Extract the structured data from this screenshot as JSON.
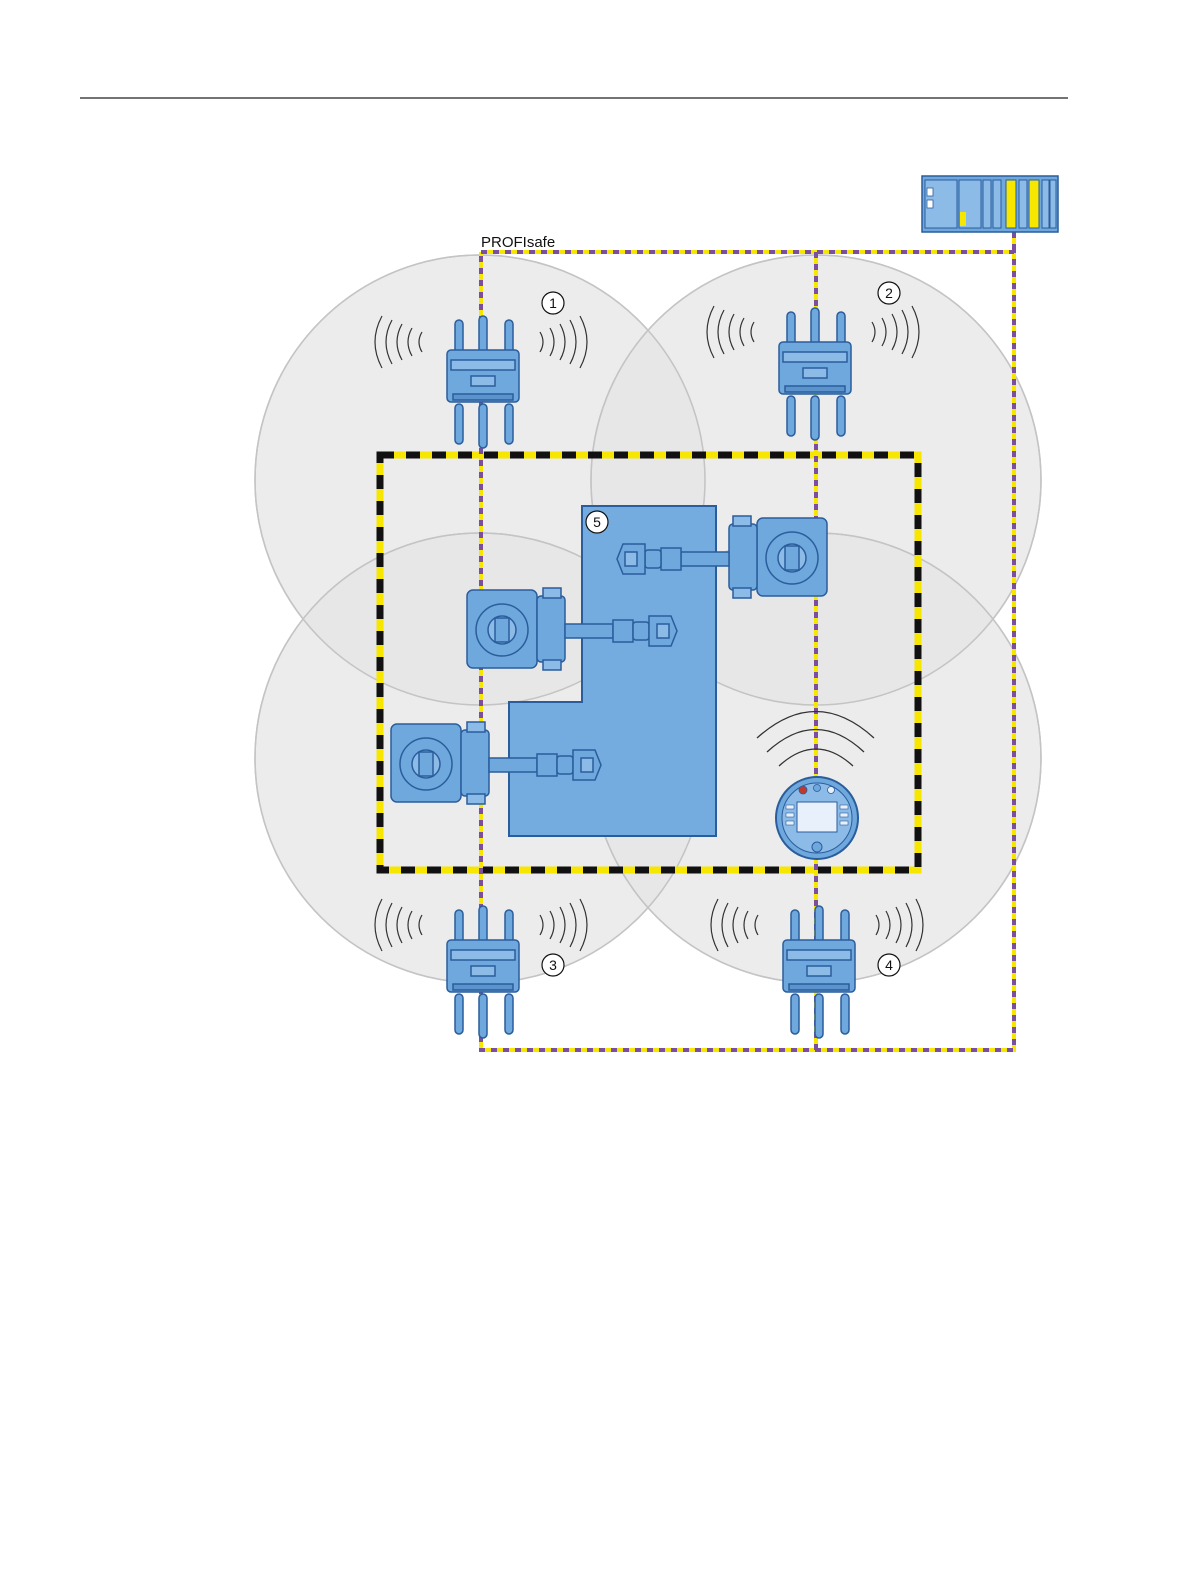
{
  "network_label": "PROFIsafe",
  "callouts": {
    "ap1": "1",
    "ap2": "2",
    "ap3": "3",
    "ap4": "4",
    "zone": "5"
  },
  "colors": {
    "device_blue": "#6fa8dc",
    "device_stroke": "#2a5d9c",
    "zone_fill": "#75acdf",
    "coverage_circle": "#e6e6e6",
    "hazard_yellow": "#f6e600",
    "hazard_black": "#111111",
    "bus_purple": "#7b4fa0",
    "bus_yellow": "#f6e600"
  },
  "icons": [
    "access-point-icon",
    "robot-arm-icon",
    "hmi-panel-icon",
    "controller-rack-icon",
    "radio-waves-icon"
  ]
}
